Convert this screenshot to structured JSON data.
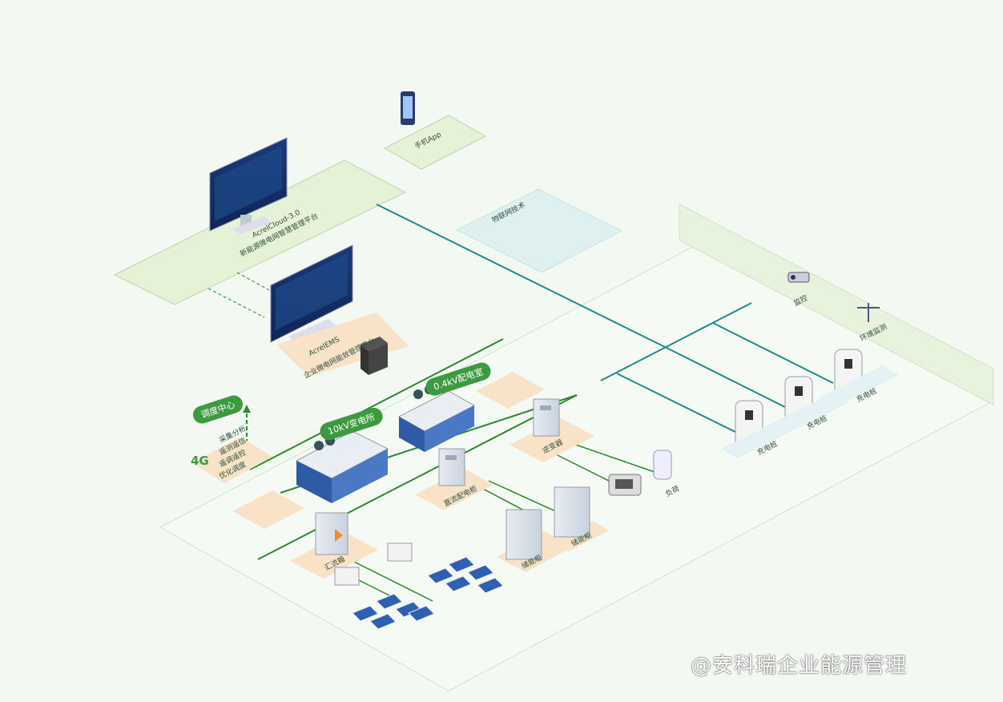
{
  "labels": {
    "mobile_app": "手机App",
    "platform_main_en": "AcrelCloud-3.0",
    "platform_main_zh": "新能源微电网智慧管理平台",
    "platform_local_en": "AcrelEMS",
    "platform_local_zh": "企业微电网能效管理平台",
    "iot": "物联网技术",
    "dispatch_center": "调度中心",
    "dispatch_items": [
      "采集分析",
      "遥测遥信",
      "遥调遥控",
      "优化调度"
    ],
    "net_4g": "4G",
    "transformer_10kv": "10kV变电所",
    "transformer_04kv": "0.4kV配电室",
    "camera": "监控",
    "env_monitor": "环境监测",
    "charger_labels": [
      "充电桩",
      "充电桩",
      "充电桩"
    ],
    "inverter": "逆变器",
    "combiner": "汇流箱",
    "dc_cabinet": "直流配电柜",
    "storage_a": "储能柜",
    "storage_b": "储能柜",
    "load_label": "负荷",
    "watermark": "@安科瑞企业能源管理"
  },
  "colors": {
    "background": "#f4f8f3",
    "accent_green": "#3d9b3f",
    "teal_line": "#1d8c8c",
    "box_blue": "#2f5aa6",
    "label_peach": "#f8e2c8",
    "platform_green": "#e6f2d8"
  }
}
